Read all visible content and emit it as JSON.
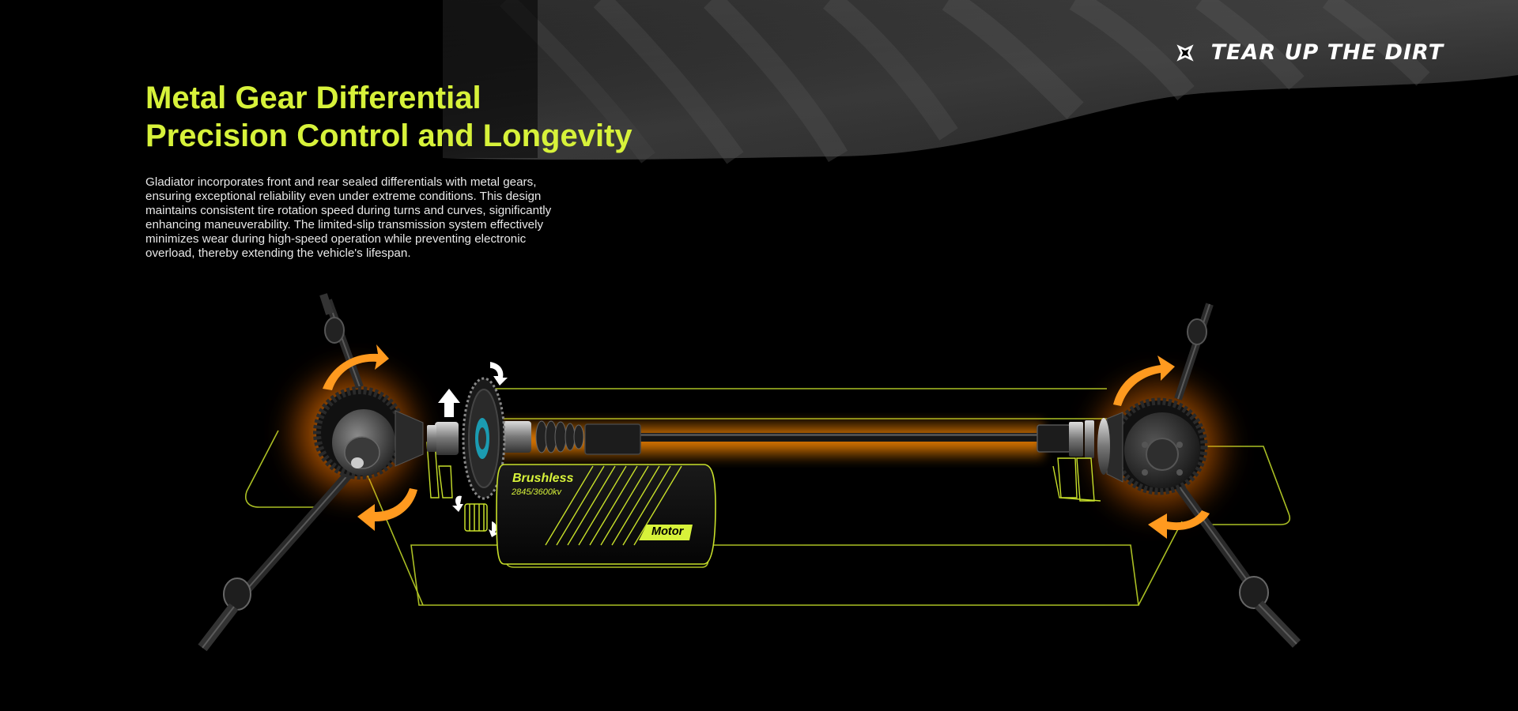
{
  "brand": {
    "tagline": "TEAR UP THE DIRT",
    "logo_icon": "x-star-logo-icon"
  },
  "headline": {
    "line1": "Metal Gear Differential",
    "line2": "Precision Control and Longevity"
  },
  "description": "Gladiator incorporates front and rear sealed differentials with metal gears, ensuring exceptional reliability even under extreme conditions. This design maintains consistent tire rotation speed during turns and curves, significantly enhancing maneuverability. The limited-slip transmission system effectively minimizes wear during high-speed operation while preventing electronic overload, thereby extending the vehicle's lifespan.",
  "motor": {
    "label": "Brushless",
    "spec": "2845/3600kv",
    "tag": "Motor"
  },
  "colors": {
    "accent": "#d7f23a",
    "glow": "#ff8a00",
    "arrow": "#ff9a1f",
    "background": "#000000"
  }
}
